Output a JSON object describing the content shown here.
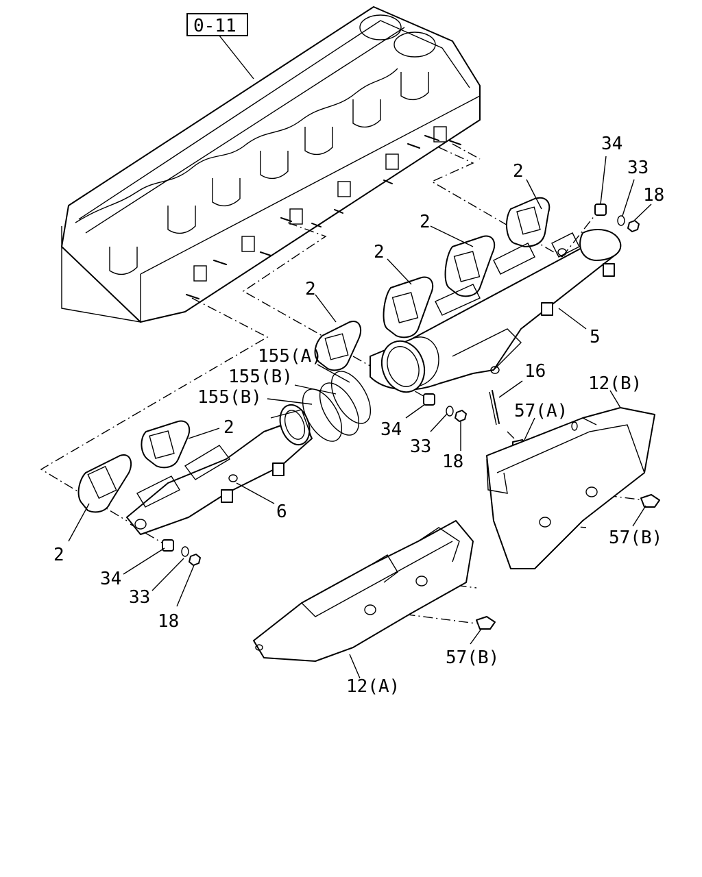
{
  "diagram": {
    "reference_box": "0-11",
    "labels": {
      "gasket_1": "2",
      "gasket_2": "2",
      "gasket_3": "2",
      "gasket_4": "2",
      "gasket_5": "2",
      "gasket_6": "2",
      "manifold_rear": "5",
      "manifold_front": "6",
      "stud": "16",
      "seal_a": "155(A)",
      "seal_b1": "155(B)",
      "seal_b2": "155(B)",
      "spacer_top": "34",
      "washer_top": "33",
      "nut_top": "18",
      "spacer_mid": "34",
      "washer_mid": "33",
      "nut_mid": "18",
      "spacer_low": "34",
      "washer_low": "33",
      "nut_low": "18",
      "cover_a": "12(A)",
      "cover_b": "12(B)",
      "bolt_a": "57(A)",
      "bolt_b_right": "57(B)",
      "bolt_b_low": "57(B)"
    }
  }
}
